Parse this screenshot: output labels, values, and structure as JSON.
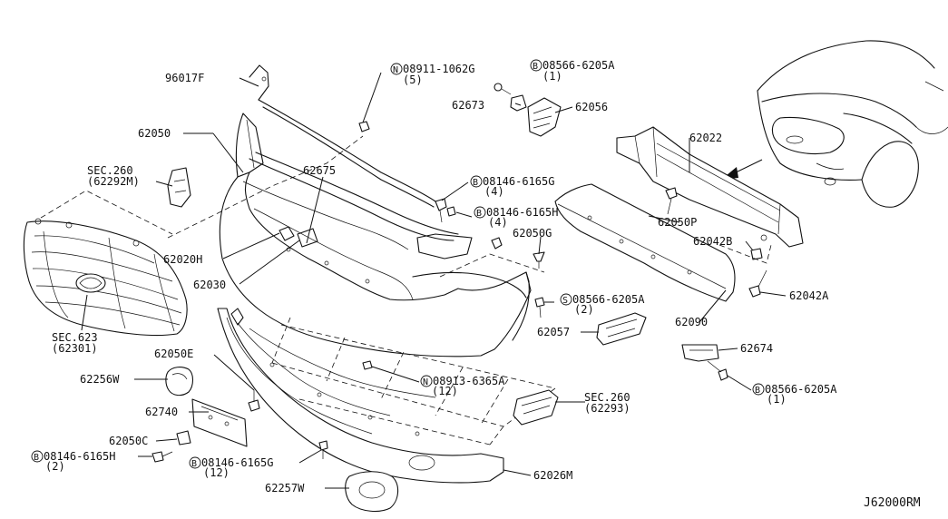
{
  "diagram_id": "J62000RM",
  "labels": {
    "p96017F": "96017F",
    "p62050": "62050",
    "sec260a": "SEC.260",
    "sec260a_sub": "(62292M)",
    "p62675": "62675",
    "p62020H": "62020H",
    "p62030": "62030",
    "sec623": "SEC.623",
    "sec623_sub": "(62301)",
    "n08911": "08911-1062G",
    "n08911_qty": "(5)",
    "b08566_top": "08566-6205A",
    "b08566_top_qty": "(1)",
    "p62673": "62673",
    "p62056": "62056",
    "b08146_mid1": "08146-6165G",
    "b08146_mid1_qty": "(4)",
    "b08146_mid2": "08146-6165H",
    "b08146_mid2_qty": "(4)",
    "p62022": "62022",
    "p62050P": "62050P",
    "p62042B": "62042B",
    "p62042A": "62042A",
    "p62050G": "62050G",
    "s08566": "08566-6205A",
    "s08566_qty": "(2)",
    "p62090": "62090",
    "p62057": "62057",
    "p62674": "62674",
    "b08566_right": "08566-6205A",
    "b08566_right_qty": "(1)",
    "p62050E": "62050E",
    "p62256W": "62256W",
    "n08913": "08913-6365A",
    "n08913_qty": "(12)",
    "sec260b": "SEC.260",
    "sec260b_sub": "(62293)",
    "p62740": "62740",
    "p62050C": "62050C",
    "b08146_left": "08146-6165H",
    "b08146_left_qty": "(2)",
    "b08146_bot": "08146-6165G",
    "b08146_bot_qty": "(12)",
    "p62026M": "62026M",
    "p62257W": "62257W"
  },
  "markers": {
    "bolt": "B",
    "nut": "N",
    "screw": "S"
  }
}
